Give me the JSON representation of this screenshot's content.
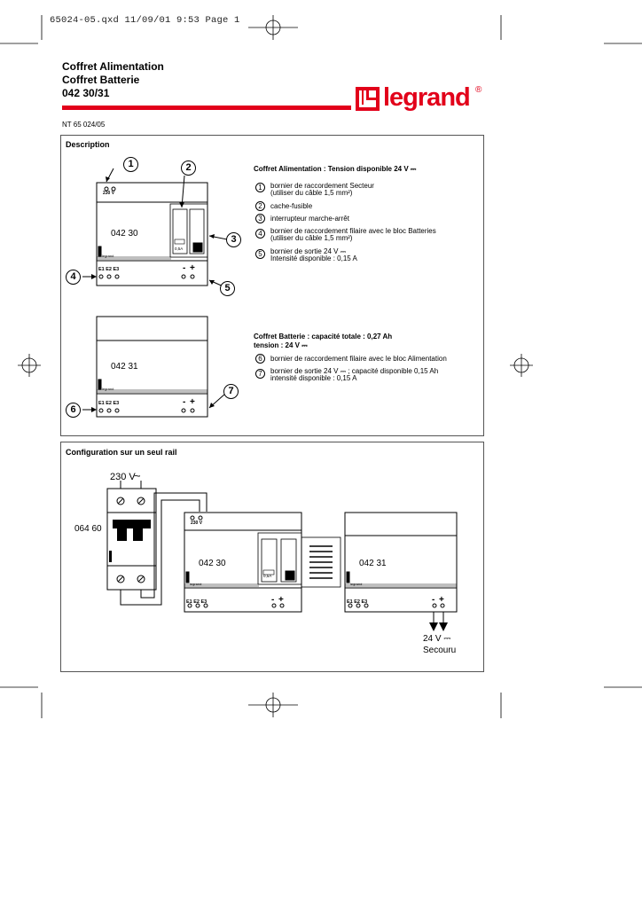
{
  "slug": "65024-05.qxd   11/09/01  9:53   Page 1",
  "header": {
    "line1": "Coffret Alimentation",
    "line2": "Coffret Batterie",
    "line3": "042 30/31",
    "brand": "legrand",
    "reg": "®"
  },
  "reference": "NT 65 024/05",
  "colors": {
    "brand_red": "#e2001a"
  },
  "description": {
    "heading": "Description",
    "alim_heading": "Coffret Alimentation : Tension disponible 24 V ⎓",
    "alim_items": [
      {
        "num": "1",
        "text": "bornier de raccordement Secteur",
        "text2": "(utiliser du câble 1,5 mm²)"
      },
      {
        "num": "2",
        "text": "cache-fusible"
      },
      {
        "num": "3",
        "text": "interrupteur marche-arrêt"
      },
      {
        "num": "4",
        "text": "bornier de raccordement filaire avec le bloc Batteries",
        "text2": "(utiliser du câble 1,5 mm²)"
      },
      {
        "num": "5",
        "text": "bornier de sortie 24 V ⎓",
        "text2": "Intensité disponible : 0,15 A"
      }
    ],
    "batt_heading1": "Coffret Batterie : capacité totale : 0,27 Ah",
    "batt_heading2": "tension : 24 V ⎓",
    "batt_items": [
      {
        "num": "6",
        "text": "bornier de raccordement filaire avec le bloc Alimentation"
      },
      {
        "num": "7",
        "text": "bornier de sortie 24 V ⎓ ; capacité disponible 0,15 Ah",
        "text2": "intensité disponible : 0,15 A"
      }
    ],
    "diagram": {
      "model_alim": "042 30",
      "model_batt": "042 31",
      "v230": "230 V",
      "fuse": "0,5A",
      "e_labels": "E1 E2 E3",
      "minus": "-",
      "plus": "+",
      "mini_brand": "legrand",
      "callouts": [
        "1",
        "2",
        "3",
        "4",
        "5",
        "6",
        "7"
      ]
    }
  },
  "configuration": {
    "heading": "Configuration sur un seul rail",
    "breaker_model": "064 60",
    "supply": "230 V",
    "output_v": "24 V ⎓",
    "output_label": "Secouru"
  }
}
